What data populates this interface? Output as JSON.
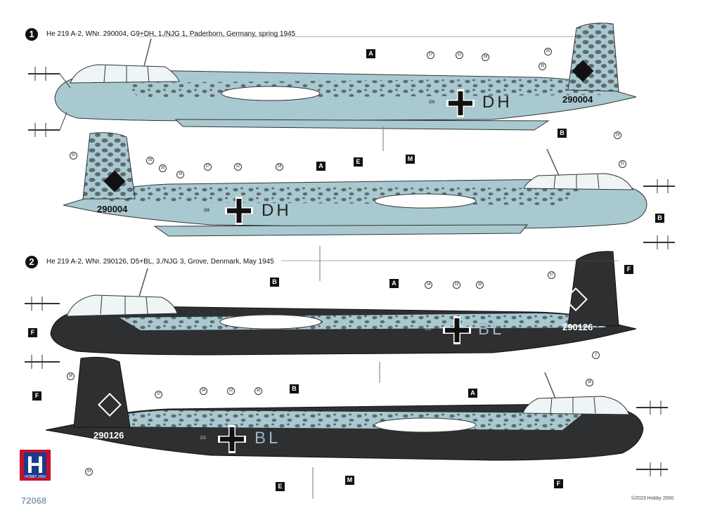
{
  "profiles": [
    {
      "number": "1",
      "caption": "He 219 A-2, WNr. 290004, G9+DH, 1./NJG 1, Paderborn, Germany, spring 1945"
    },
    {
      "number": "2",
      "caption": "He 219 A-2, WNr. 290126, D5+BL, 3./NJG 3, Grove, Denmark, May 1945"
    }
  ],
  "aircraft": {
    "a1": {
      "wnr": "290004",
      "code": "DH",
      "unit": "G9"
    },
    "a2": {
      "wnr": "290004",
      "code": "DH",
      "unit": "G9"
    },
    "a3": {
      "wnr": "290126",
      "code": "BL",
      "unit": "D5"
    },
    "a4": {
      "wnr": "290126",
      "code": "BL",
      "unit": "D5"
    }
  },
  "letters": {
    "A": "A",
    "B": "B",
    "E": "E",
    "F": "F",
    "M": "M"
  },
  "stencils": {
    "s22": "22",
    "s26": "26",
    "s27": "27",
    "s28": "28",
    "s29": "29",
    "s31": "31",
    "s33": "33",
    "s34": "34",
    "s35": "35",
    "s36": "36",
    "s37": "37",
    "s3": "3"
  },
  "branding": {
    "logo_letter": "H",
    "logo_text": "HOBBY 2000",
    "kit_number": "72068",
    "copyright": "©2023 Hobby 2000"
  },
  "colors": {
    "light_blue": "#a9c9d1",
    "mottle": "#5f6b72",
    "black_grey": "#2e2f31"
  }
}
